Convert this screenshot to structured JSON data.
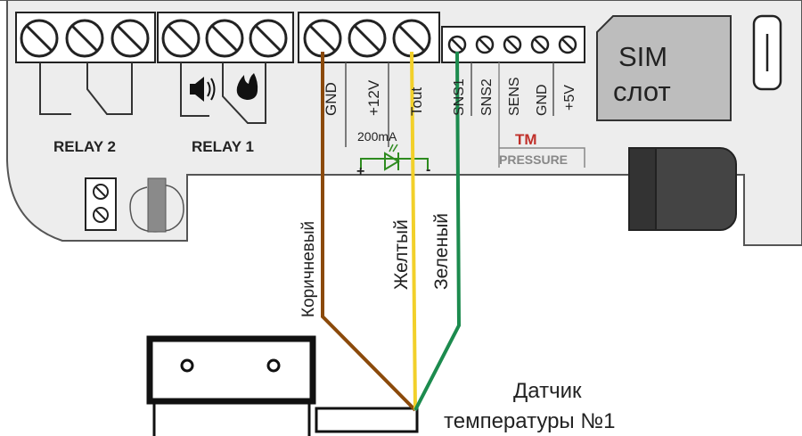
{
  "relays": {
    "relay2": "RELAY 2",
    "relay1": "RELAY 1"
  },
  "terminals": {
    "gnd": "GND",
    "plus12v": "+12V",
    "tout": "Tout",
    "sns1": "SNS1",
    "sns2": "SNS2",
    "sens": "SENS",
    "gnd2": "GND",
    "plus5v": "+5V"
  },
  "led": {
    "current": "200mA",
    "plus": "+",
    "minus": "-"
  },
  "tm_label": "TM",
  "pressure_label": "PRESSURE",
  "sim": {
    "line1": "SIM",
    "line2": "слот"
  },
  "wires": {
    "brown": "Коричневый",
    "yellow": "Желтый",
    "green": "Зеленый"
  },
  "sensor": {
    "line1": "Датчик",
    "line2": "температуры №1"
  },
  "colors": {
    "brown": "#8B4A0B",
    "yellow": "#F2D02A",
    "green": "#1C8B4E",
    "board": "#EDEDED",
    "tm": "#C0302A",
    "led": "#2E8B1F"
  }
}
